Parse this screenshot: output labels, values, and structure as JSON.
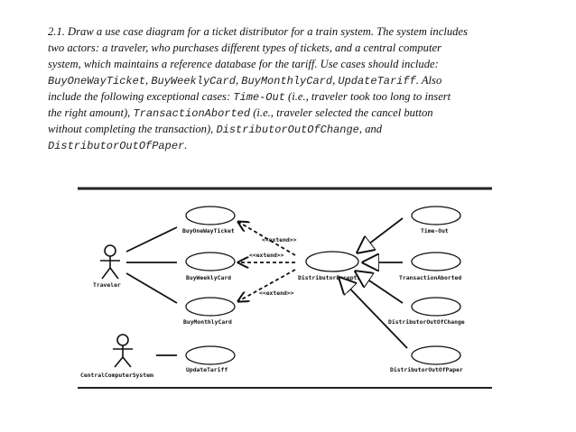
{
  "problem": {
    "number": "2.1.",
    "lines": [
      [
        {
          "t": "Draw a use case diagram for a ticket distributor for a train system. The system includes"
        }
      ],
      [
        {
          "t": "two actors: a traveler, who purchases different types of tickets, and a central computer"
        }
      ],
      [
        {
          "t": "system, which maintains a reference database for the tariff. Use cases should include:"
        }
      ],
      [
        {
          "t": "BuyOneWayTicket",
          "mono": true
        },
        {
          "t": ", "
        },
        {
          "t": "BuyWeeklyCard",
          "mono": true
        },
        {
          "t": ", "
        },
        {
          "t": "BuyMonthlyCard",
          "mono": true
        },
        {
          "t": ", "
        },
        {
          "t": "UpdateTariff",
          "mono": true
        },
        {
          "t": ". Also"
        }
      ],
      [
        {
          "t": "include the following exceptional cases: "
        },
        {
          "t": "Time-Out",
          "mono": true
        },
        {
          "t": " (i.e., traveler took too long to insert"
        }
      ],
      [
        {
          "t": "the right amount), "
        },
        {
          "t": "TransactionAborted",
          "mono": true
        },
        {
          "t": " (i.e., traveler selected the cancel button"
        }
      ],
      [
        {
          "t": "without completing the transaction), "
        },
        {
          "t": "DistributorOutOfChange",
          "mono": true
        },
        {
          "t": ", and"
        }
      ],
      [
        {
          "t": "DistributorOutOfPaper",
          "mono": true
        },
        {
          "t": "."
        }
      ]
    ]
  },
  "diagram": {
    "actors": [
      {
        "id": "traveler",
        "label": "Traveler"
      },
      {
        "id": "central",
        "label": "CentralComputerSystem"
      }
    ],
    "use_cases": [
      {
        "id": "uc1",
        "label": "BuyOneWayTicket"
      },
      {
        "id": "uc2",
        "label": "BuyWeeklyCard"
      },
      {
        "id": "uc3",
        "label": "BuyMonthlyCard"
      },
      {
        "id": "uc4",
        "label": "UpdateTariff"
      },
      {
        "id": "exc",
        "label": "DistributorException"
      },
      {
        "id": "ex1",
        "label": "Time-Out"
      },
      {
        "id": "ex2",
        "label": "TransactionAborted"
      },
      {
        "id": "ex3",
        "label": "DistributorOutOfChange"
      },
      {
        "id": "ex4",
        "label": "DistributorOutOfPaper"
      }
    ],
    "extend_label": "<<extend>>"
  }
}
